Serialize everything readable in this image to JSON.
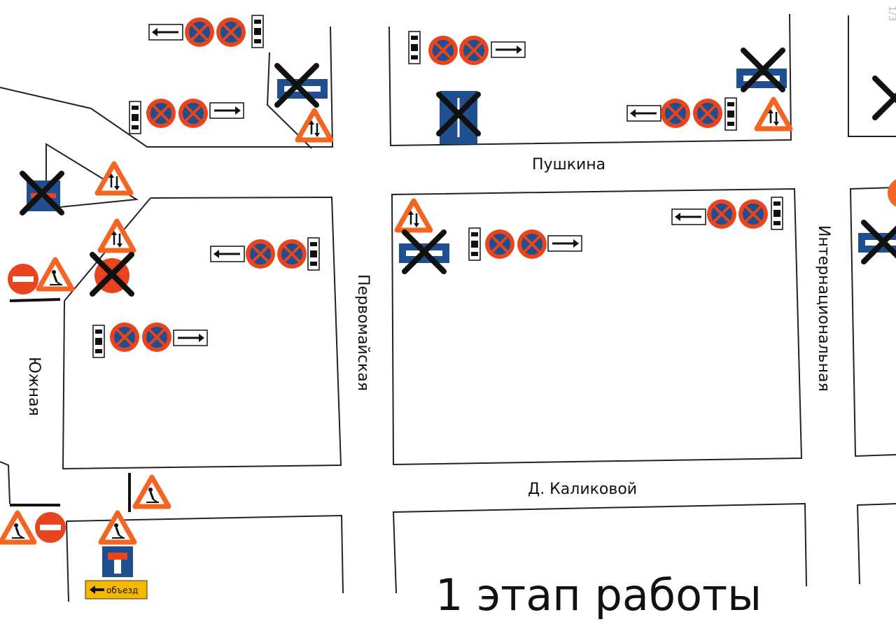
{
  "streets": {
    "pushkina": "Пушкина",
    "pervomayskaya": "Первомайская",
    "internatsionalnaya": "Интернациональная",
    "yuzhnaya": "Южная",
    "d_kalikovoy": "Д. Каликовой"
  },
  "detour_sign": "объезд",
  "stage_title": "1 этап работы",
  "page_number": "1/3",
  "colors": {
    "sign_red": "#e8441e",
    "sign_blue": "#1f4f8f",
    "sign_orange": "#f26522",
    "detour_yellow": "#f5b800",
    "cross_black": "#111111"
  },
  "legend_icons": [
    "no-stopping-sign",
    "no-entry-sign",
    "roadworks-sign",
    "two-way-traffic-sign",
    "one-way-sign",
    "dead-end-sign",
    "detour-sign",
    "tow-truck-plate",
    "direction-arrow-plate",
    "crossed-out-mark"
  ]
}
